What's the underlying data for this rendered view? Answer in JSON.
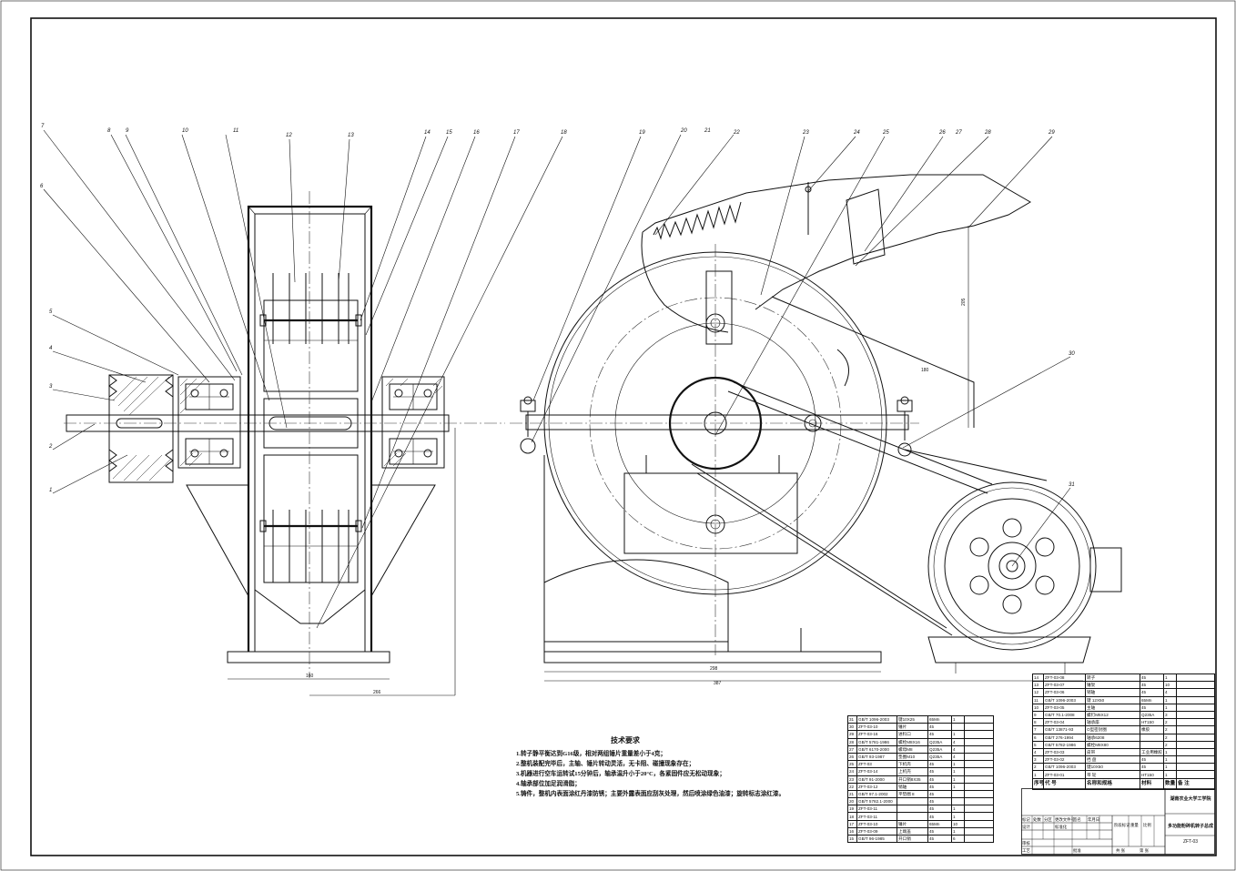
{
  "drawing": {
    "side_view_labels": [
      "7",
      "8",
      "9",
      "10",
      "11",
      "12",
      "13",
      "14",
      "15",
      "16",
      "17",
      "18",
      "6",
      "5",
      "4",
      "3",
      "2",
      "1"
    ],
    "front_view_labels": [
      "19",
      "20",
      "21",
      "22",
      "23",
      "24",
      "25",
      "26",
      "27",
      "28",
      "29",
      "30",
      "31"
    ],
    "dims": {
      "side_bottom_1": "160",
      "side_bottom_2": "266",
      "front_bottom_1": "298",
      "front_bottom_2": "387",
      "front_height": "205",
      "front_diag": "180"
    }
  },
  "tech_requirements": {
    "title": "技术要求",
    "items": [
      "1.转子静平衡达到G16级，相对两组锤片重量差小于4克；",
      "2.整机装配完毕后，主轴、锤片转动灵活，无卡阻、碰撞现象存在；",
      "3.机器进行空车运转试15分钟后，轴承温升小于20°C，各紧固件应无松动现象；",
      "4.轴承部位加足润滑脂；",
      "5.铸件，整机内表面涂红丹漆防锈；主要外露表面应刮灰处理，然后喷涂绿色油漆；旋转标志涂红漆。"
    ]
  },
  "bom_left": [
    [
      "31",
      "GB/T 1096-2003",
      "键10X25",
      "65Mn",
      "1",
      ""
    ],
    [
      "30",
      "ZFT-03-10",
      "锤片",
      "45",
      "",
      ""
    ],
    [
      "29",
      "ZFT-03-16",
      "进料口",
      "45",
      "1",
      ""
    ],
    [
      "28",
      "GB/T 5781-1986",
      "螺栓M8X16",
      "Q235A",
      "4",
      ""
    ],
    [
      "27",
      "GB/T 6170-2000",
      "螺母M8",
      "Q235A",
      "4",
      ""
    ],
    [
      "26",
      "GB/T 93-1987",
      "垫圈M10",
      "Q235A",
      "4",
      ""
    ],
    [
      "25",
      "ZFT-03",
      "下机壳",
      "45",
      "1",
      ""
    ],
    [
      "24",
      "ZFT-03-14",
      "上机壳",
      "45",
      "1",
      ""
    ],
    [
      "23",
      "GB/T 91-2000",
      "开口销8X35",
      "45",
      "1",
      ""
    ],
    [
      "22",
      "ZFT-03-12",
      "销轴",
      "45",
      "1",
      ""
    ],
    [
      "21",
      "GB/T 97.1-2002",
      "平垫圈 8",
      "45",
      "",
      ""
    ],
    [
      "20",
      "GB/T 5782.1-2000",
      "",
      "45",
      "",
      ""
    ],
    [
      "19",
      "ZFT-03-11",
      "",
      "45",
      "1",
      ""
    ],
    [
      "18",
      "ZFT-03-11",
      "",
      "45",
      "1",
      ""
    ],
    [
      "17",
      "ZFT-03-10",
      "锤片",
      "65Mn",
      "10",
      ""
    ],
    [
      "16",
      "ZFT-03-09",
      "上端盖",
      "45",
      "1",
      ""
    ],
    [
      "15",
      "GB/T 96-1985",
      "开口销",
      "45",
      "6",
      ""
    ]
  ],
  "bom_right": [
    [
      "14",
      "ZFT-03-08",
      "转子",
      "45",
      "1",
      ""
    ],
    [
      "13",
      "ZFT-03-07",
      "锤架",
      "45",
      "10",
      ""
    ],
    [
      "12",
      "ZFT-03-06",
      "销轴",
      "45",
      "4",
      ""
    ],
    [
      "11",
      "GB/T 1096-2003",
      "键 12X50",
      "65Mn",
      "1",
      ""
    ],
    [
      "10",
      "ZFT-03-05",
      "主轴",
      "45",
      "1",
      ""
    ],
    [
      "9",
      "GB/T 70.1-2008",
      "螺钉M6X12",
      "Q235A",
      "3",
      ""
    ],
    [
      "8",
      "ZFT-03-04",
      "轴承座",
      "HT150",
      "2",
      ""
    ],
    [
      "7",
      "GB/T 13871-93",
      "O型密封圈",
      "橡胶",
      "2",
      ""
    ],
    [
      "6",
      "GB/T 276-1994",
      "轴承6208",
      "",
      "2",
      ""
    ],
    [
      "5",
      "GB/T 5782-1986",
      "螺栓M8X80",
      "",
      "2",
      ""
    ],
    [
      "4",
      "ZFT-03-03",
      "皮带",
      "工业用橡胶",
      "1",
      ""
    ],
    [
      "3",
      "ZFT-03-02",
      "挡 盘",
      "45",
      "1",
      ""
    ],
    [
      "2",
      "GB/T 1096-2003",
      "键10X50",
      "45",
      "1",
      ""
    ],
    [
      "1",
      "ZFT-03-01",
      "带 轮",
      "HT150",
      "1",
      ""
    ]
  ],
  "bom_header": [
    "序号",
    "代 号",
    "名称和规格",
    "数量",
    "材料",
    "备 注"
  ],
  "title_block": {
    "organization": "湖南农业大学工学院",
    "drawing_name": "多功能粉碎机转子总成",
    "drawing_code": "ZFT-03",
    "cells": [
      "标记",
      "处数",
      "分区",
      "更改文件号",
      "签名",
      "年月日",
      "设计",
      "标准化",
      "阶段标记",
      "重量",
      "比例",
      "审核",
      "工艺",
      "批准",
      "共 张",
      "第 张"
    ]
  }
}
